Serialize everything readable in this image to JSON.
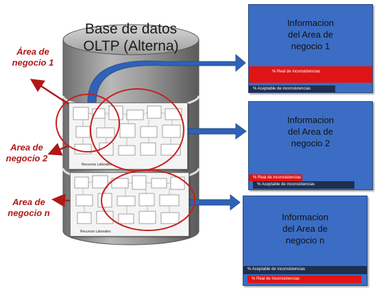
{
  "database": {
    "title_line1": "Base de datos",
    "title_line2": "OLTP (Alterna)"
  },
  "business_areas": [
    {
      "label_line1": "Área de",
      "label_line2": "negocio 1"
    },
    {
      "label_line1": "Area de",
      "label_line2": "negocio 2"
    },
    {
      "label_line1": "Area de",
      "label_line2": "negocio n"
    }
  ],
  "schema_captions": [
    "Recursos Laborales",
    "Recursos Laborales"
  ],
  "info_boxes": [
    {
      "title_line1": "Informacion",
      "title_line2": "del Area de",
      "title_line3": "negocio 1",
      "bars": [
        {
          "text": "% Real de inconsistencias",
          "color": "#e01414"
        },
        {
          "text": "% Aceptable de inconsistencias",
          "color": "#1f2f4e"
        }
      ]
    },
    {
      "title_line1": "Informacion",
      "title_line2": "del Area de",
      "title_line3": "negocio 2",
      "bars": [
        {
          "text": "% Real de inconsistencias",
          "color": "#e01414"
        },
        {
          "text": "% Aceptable de inconsistencias",
          "color": "#1f2f4e"
        }
      ]
    },
    {
      "title_line1": "Informacion",
      "title_line2": "del Area de",
      "title_line3": "negocio n",
      "bars": [
        {
          "text": "% Aceptable de inconsistencias",
          "color": "#1f2f4e"
        },
        {
          "text": "% Real de inconsistencias",
          "color": "#e01414"
        }
      ]
    }
  ],
  "colors": {
    "box_fill": "#3b6dc4",
    "arrow_blue": "#2f62b8",
    "arrow_red": "#b01818",
    "circle_red": "#c81e1e",
    "cylinder_gray": "#8c8c8c"
  }
}
